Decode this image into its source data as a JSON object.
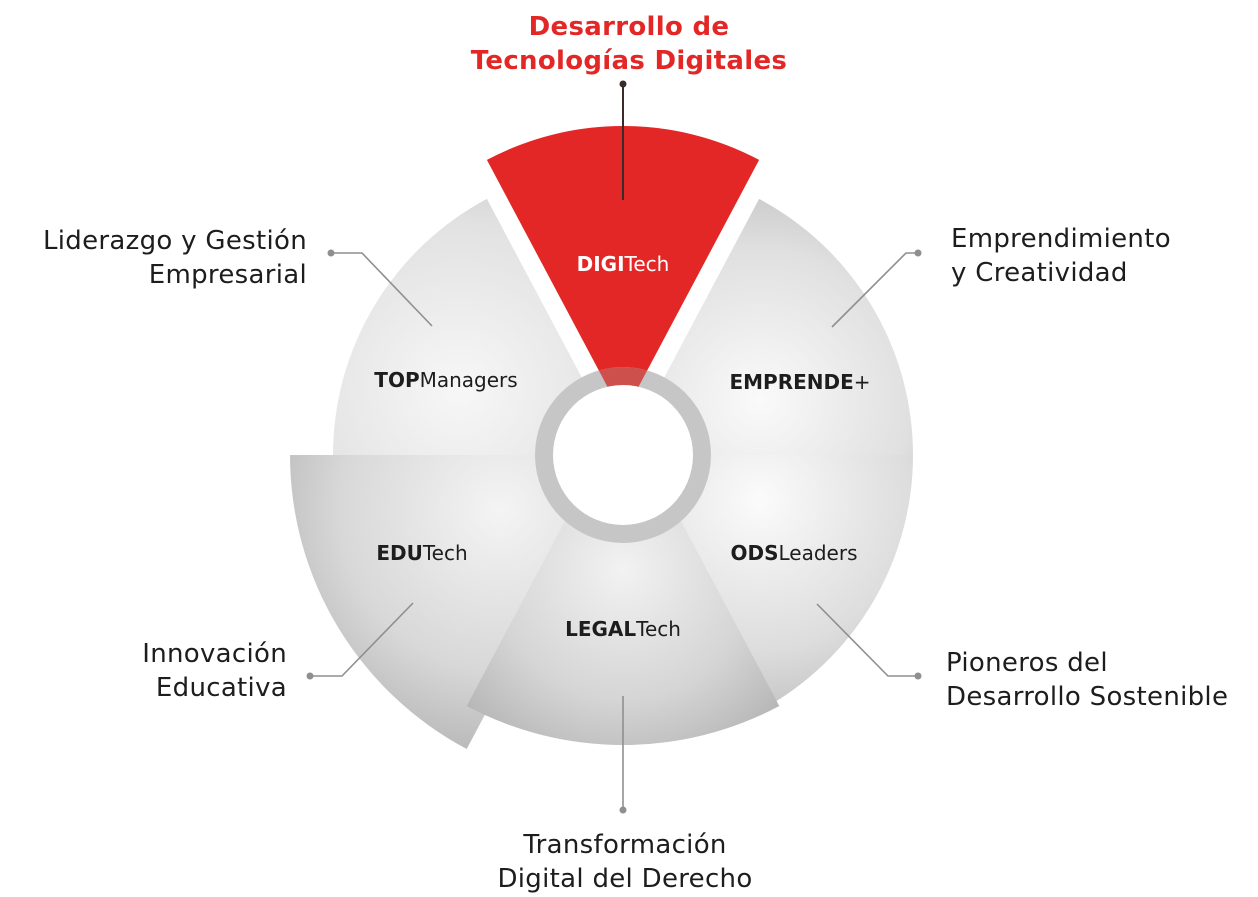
{
  "segments": [
    {
      "id": "digi",
      "brand_bold": "DIGI",
      "brand_light": "Tech",
      "lines": [
        "Desarrollo de",
        "Tecnologías Digitales"
      ],
      "highlighted": true
    },
    {
      "id": "emprende",
      "brand_bold": "EMPRENDE",
      "brand_light": "+",
      "lines": [
        "Emprendimiento",
        "y Creatividad"
      ],
      "highlighted": false
    },
    {
      "id": "ods",
      "brand_bold": "ODS",
      "brand_light": "Leaders",
      "lines": [
        "Pioneros del",
        "Desarrollo Sostenible"
      ],
      "highlighted": false
    },
    {
      "id": "legal",
      "brand_bold": "LEGAL",
      "brand_light": "Tech",
      "lines": [
        "Transformación",
        "Digital del Derecho"
      ],
      "highlighted": false
    },
    {
      "id": "edu",
      "brand_bold": "EDU",
      "brand_light": "Tech",
      "lines": [
        "Innovación",
        "Educativa"
      ],
      "highlighted": false
    },
    {
      "id": "top",
      "brand_bold": "TOP",
      "brand_light": "Managers",
      "lines": [
        "Liderazgo y Gestión",
        "Empresarial"
      ],
      "highlighted": false
    }
  ],
  "colors": {
    "accent": "#e32726",
    "brand_dark": "#1d1d1d",
    "ring": "#c6c6c6",
    "connector": "#8f8f8f"
  }
}
